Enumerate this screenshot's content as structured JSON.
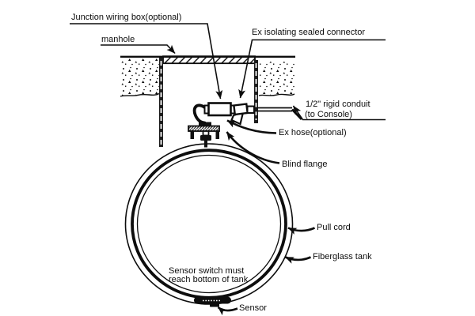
{
  "diagram": {
    "type": "technical-line-diagram",
    "subject": "Underground fiberglass tank sensor installation",
    "colors": {
      "line": "#0d0d0d",
      "background": "#ffffff"
    },
    "labels": {
      "junction_box": "Junction wiring box(optional)",
      "manhole": "manhole",
      "sealed_connector": "Ex isolating sealed connector",
      "conduit_line1": "1/2\" rigid conduit",
      "conduit_line2": "(to Console)",
      "ex_hose": "Ex hose(optional)",
      "blind_flange": "Blind flange",
      "pull_cord": "Pull cord",
      "fiberglass_tank": "Fiberglass tank",
      "tank_note_line1": "Sensor switch must",
      "tank_note_line2": "reach bottom of tank",
      "sensor": "Sensor"
    }
  }
}
